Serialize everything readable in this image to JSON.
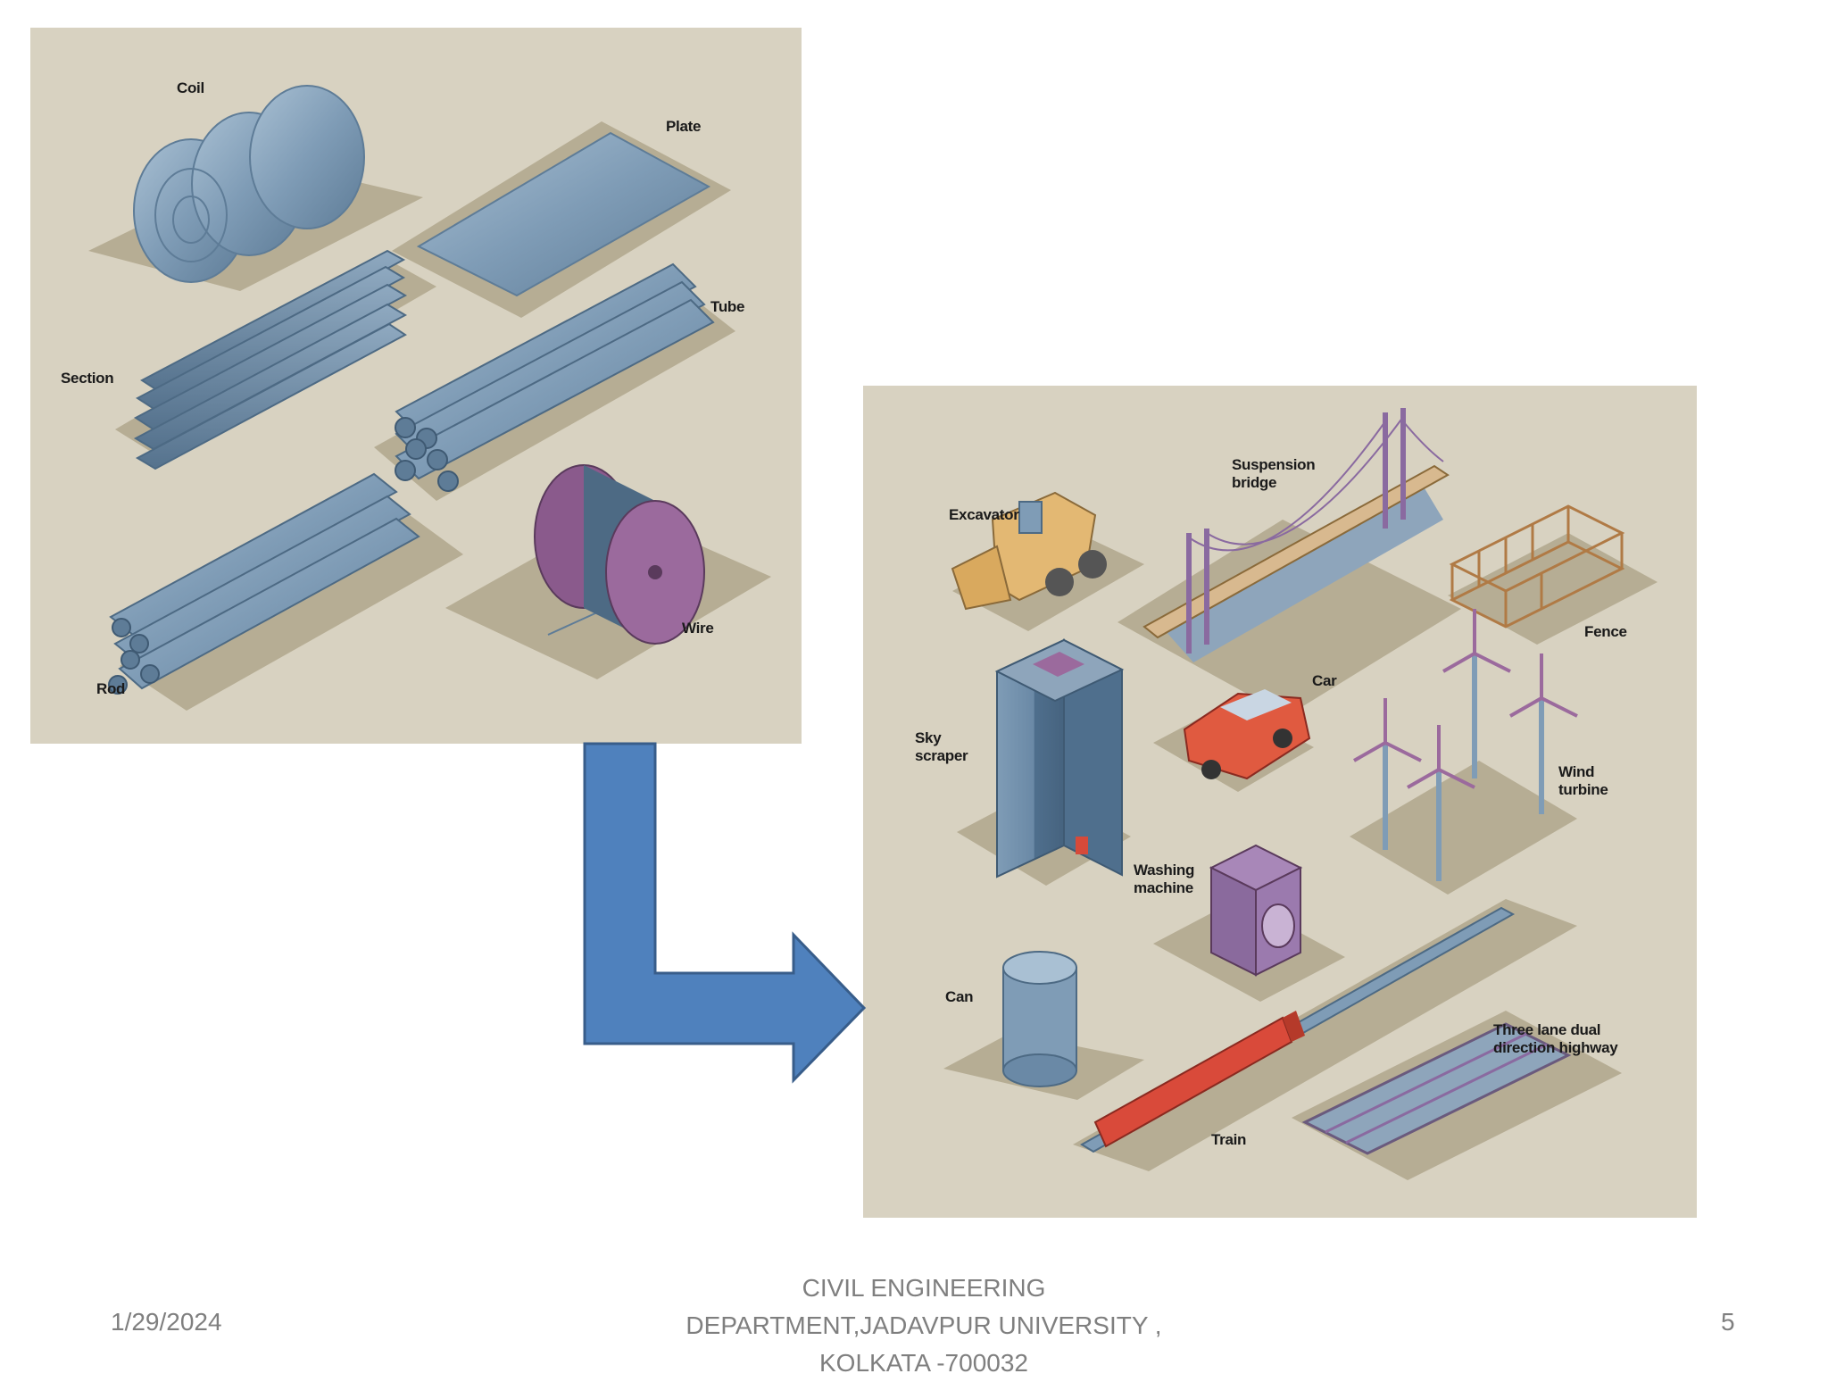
{
  "raw_forms": {
    "coil": "Coil",
    "plate": "Plate",
    "section": "Section",
    "tube": "Tube",
    "rod": "Rod",
    "wire": "Wire"
  },
  "products": {
    "suspension_bridge": [
      "Suspension",
      "bridge"
    ],
    "excavator": "Excavator",
    "fence": "Fence",
    "car": "Car",
    "sky_scraper": [
      "Sky",
      "scraper"
    ],
    "wind_turbine": [
      "Wind",
      "turbine"
    ],
    "washing_machine": [
      "Washing",
      "machine"
    ],
    "can": "Can",
    "highway": [
      "Three lane dual",
      "direction highway"
    ],
    "train": "Train"
  },
  "footer": {
    "date": "1/29/2024",
    "department": [
      "CIVIL ENGINEERING",
      "DEPARTMENT,JADAVPUR UNIVERSITY ,",
      "KOLKATA -700032"
    ],
    "page_number": "5"
  },
  "colors": {
    "panel_bg": "#d8d2c1",
    "steel_blue": "#7f9cb6",
    "arrow_fill": "#4f81bd",
    "arrow_stroke": "#385d8a",
    "footer_text": "#7f7f7f"
  }
}
